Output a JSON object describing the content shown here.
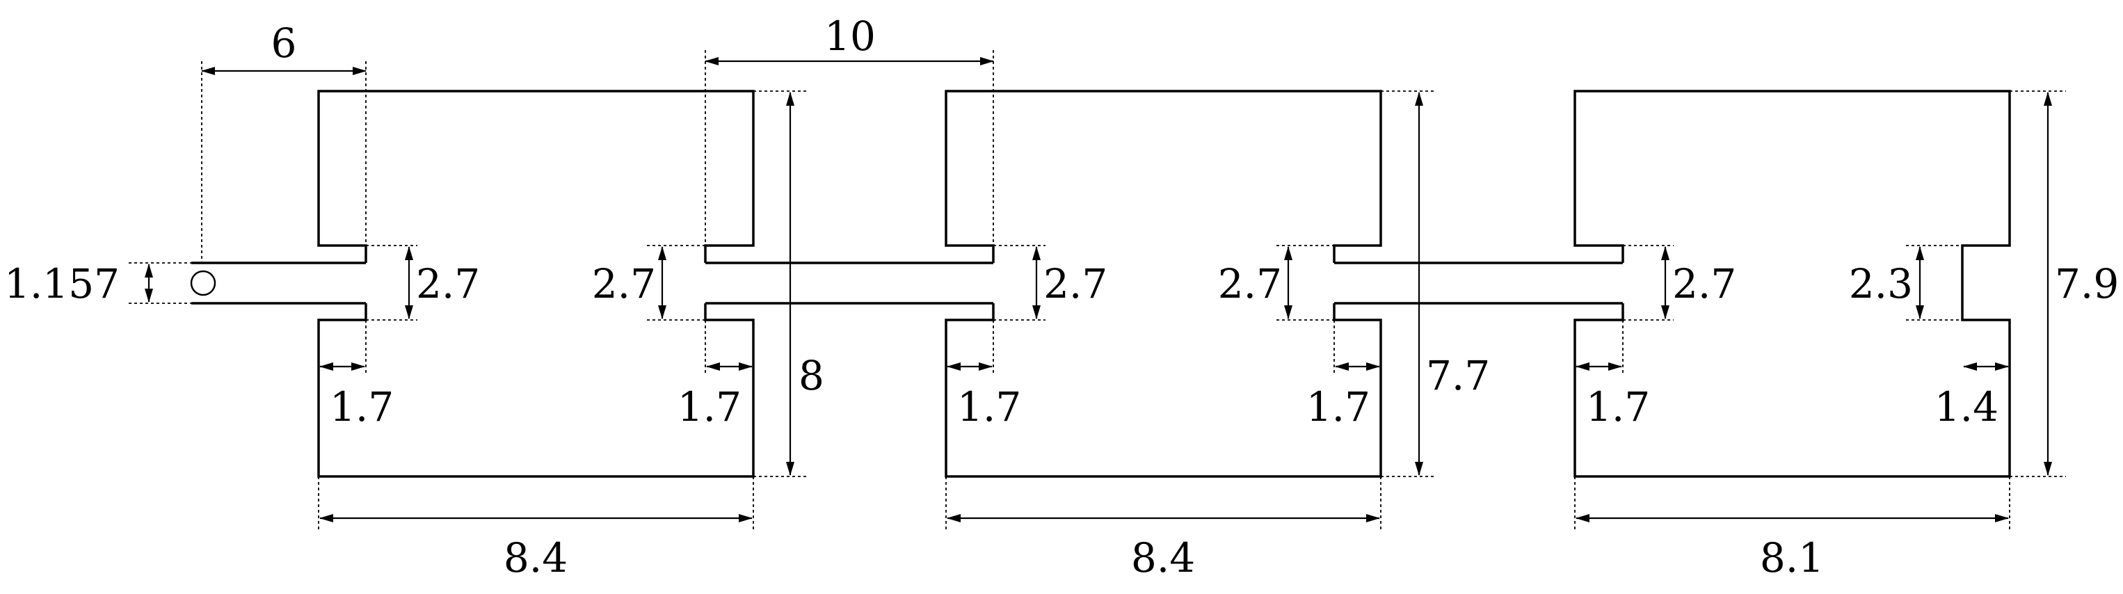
{
  "colors": {
    "line": "#000000",
    "background": "#ffffff"
  },
  "dimensions": {
    "inlet_offset": "6",
    "gap_top": "10",
    "inlet_diameter": "1.157",
    "box1_neck_left": "2.7",
    "box1_neck_right": "2.7",
    "box1_lip_left": "1.7",
    "box1_lip_right": "1.7",
    "box1_height": "8",
    "box1_width": "8.4",
    "box2_neck_left": "2.7",
    "box2_neck_right": "2.7",
    "box2_lip_left": "1.7",
    "box2_lip_right": "1.7",
    "box2_height": "7.7",
    "box2_width": "8.4",
    "box3_neck_left": "2.7",
    "box3_neck_right": "2.3",
    "box3_lip_left": "1.7",
    "box3_lip_right": "1.4",
    "box3_height": "7.9",
    "box3_width": "8.1"
  }
}
